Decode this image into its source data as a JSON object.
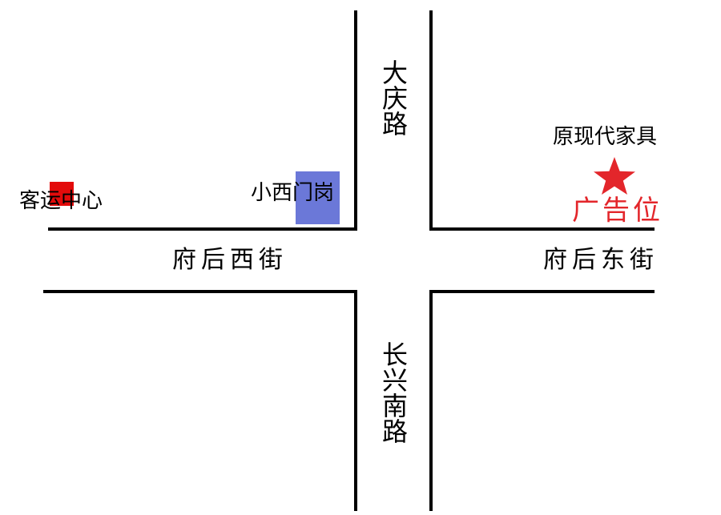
{
  "map": {
    "roads": {
      "north": "大庆路",
      "south": "长兴南路",
      "west": "府后西街",
      "east": "府后东街"
    },
    "pois": {
      "passenger_center": {
        "label": "客运中心",
        "color": "#e30b0b"
      },
      "xiaoximen": {
        "label": "小西门岗",
        "color": "#6b78d8"
      },
      "furniture": {
        "label": "原现代家具"
      },
      "ad_spot": {
        "label": "广告位",
        "color": "#e3262b",
        "icon": "star-icon"
      }
    }
  }
}
